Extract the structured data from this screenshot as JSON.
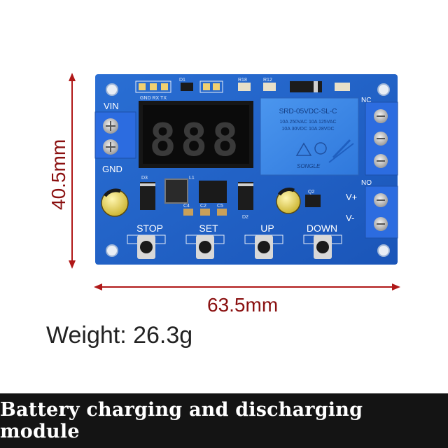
{
  "dimensions": {
    "height": "40.5mm",
    "width": "63.5mm"
  },
  "weight": "Weight: 26.3g",
  "caption": "Battery charging and discharging module",
  "board": {
    "display_digits": "888",
    "terminals": {
      "vin": "VIN",
      "gnd": "GND",
      "nc": "NC",
      "no": "NO",
      "v_plus": "V+",
      "v_minus": "V-"
    },
    "buttons": [
      "STOP",
      "SET",
      "UP",
      "DOWN"
    ],
    "header_label": "GND RX TX",
    "relay_lines": [
      "SRD-05VDC-SL-C",
      "10A 250VAC 10A 125VAC",
      "10A 30VDC 10A 28VDC",
      "SONGLE"
    ],
    "silkscreen": [
      "D1",
      "R18",
      "R12",
      "D3",
      "L1",
      "C4",
      "C2",
      "C5",
      "D2",
      "Q2"
    ]
  },
  "colors": {
    "pcb": "#1f63c8",
    "terminal": "#2e6fe0",
    "relay": "#3a86e6",
    "dimension_line": "#b01818",
    "banner": "#141414"
  }
}
